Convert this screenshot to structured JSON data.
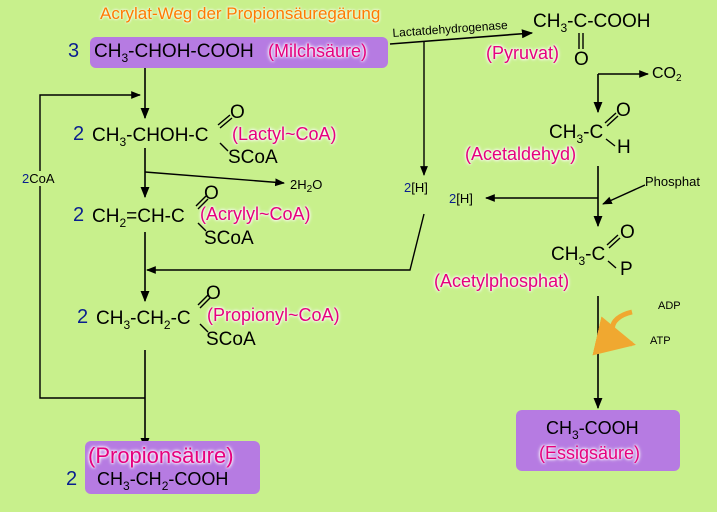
{
  "title": "Acrylat-Weg der Propionsäuregärung",
  "enzyme_label": "Lactatdehydrogenase",
  "left_path": {
    "lactate": {
      "coef": "3",
      "formula_a": "CH",
      "sub_a": "3",
      "formula_b": "-CHOH-COOH",
      "name": "(Milchsäure)"
    },
    "lactyl_coa": {
      "coef": "2",
      "formula_a": "CH",
      "sub_a": "3",
      "formula_b": "-CHOH-C",
      "oxygen": "O",
      "scoa": "SCoA",
      "name": "(Lactyl~CoA)"
    },
    "water": {
      "coef": "2",
      "h": "H",
      "sub": "2",
      "o": "O"
    },
    "acrylyl_coa": {
      "coef": "2",
      "formula_a": "CH",
      "sub_a": "2",
      "formula_b": "=CH-C",
      "oxygen": "O",
      "scoa": "SCoA",
      "name": "(Acrylyl~CoA)"
    },
    "propionyl_coa": {
      "coef": "2",
      "formula_a": "CH",
      "sub_a": "3",
      "formula_b": "-CH",
      "sub_b": "2",
      "formula_c": "-C",
      "oxygen": "O",
      "scoa": "SCoA",
      "name": "(Propionyl~CoA)"
    },
    "propionate": {
      "coef": "2",
      "name": "(Propionsäure)",
      "formula_a": "CH",
      "sub_a": "3",
      "formula_b": "-CH",
      "sub_b": "2",
      "formula_c": "-COOH"
    },
    "coa_loop": {
      "coef": "2",
      "label": "CoA"
    }
  },
  "right_path": {
    "pyruvate": {
      "formula": "CH",
      "sub": "3",
      "formula_b": "-C-COOH",
      "oxygen": "O",
      "name": "(Pyruvat)"
    },
    "co2": {
      "c": "CO",
      "sub": "2"
    },
    "acetaldehyde": {
      "formula": "CH",
      "sub": "3",
      "formula_b": "-C",
      "oxygen": "O",
      "h": "H",
      "name": "(Acetaldehyd)"
    },
    "phosphate": "Phosphat",
    "acetylphosphate": {
      "formula": "CH",
      "sub": "3",
      "formula_b": "-C",
      "oxygen": "O",
      "p": "P",
      "name": "(Acetylphosphat)"
    },
    "adp": "ADP",
    "atp": "ATP",
    "acetate": {
      "formula": "CH",
      "sub": "3",
      "formula_b": "-COOH",
      "name": "(Essigsäure)"
    }
  },
  "hydrogen": {
    "coef": "2",
    "label": "[H]"
  },
  "colors": {
    "background": "#c8f08c",
    "box": "#b67be2",
    "name": "#e6007e",
    "title": "#ff7a00",
    "coef": "#0a1f8f",
    "adp_arrow": "#f0a830"
  }
}
